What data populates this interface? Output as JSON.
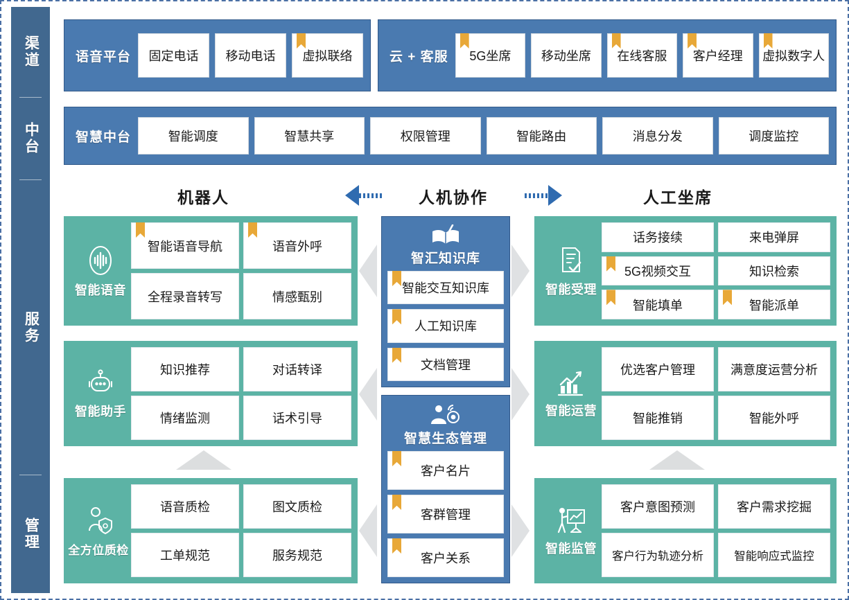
{
  "sidebar": {
    "sections": [
      {
        "label": "渠道",
        "name": "sidebar-section-channel"
      },
      {
        "label": "中台",
        "name": "sidebar-section-midplatform"
      },
      {
        "label": "服务",
        "name": "sidebar-section-service"
      },
      {
        "label": "管理",
        "name": "sidebar-section-management"
      }
    ]
  },
  "channel": {
    "voice_platform": {
      "title": "语音平台",
      "items": [
        {
          "label": "固定电话",
          "bookmark": false
        },
        {
          "label": "移动电话",
          "bookmark": false
        },
        {
          "label": "虚拟联络",
          "bookmark": true
        }
      ]
    },
    "cloud_service": {
      "title": "云 + 客服",
      "items": [
        {
          "label": "5G坐席",
          "bookmark": true
        },
        {
          "label": "移动坐席",
          "bookmark": false
        },
        {
          "label": "在线客服",
          "bookmark": true
        },
        {
          "label": "客户经理",
          "bookmark": true
        },
        {
          "label": "虚拟数字人",
          "bookmark": true
        }
      ]
    }
  },
  "midplatform": {
    "title": "智慧中台",
    "items": [
      {
        "label": "智能调度",
        "bookmark": false
      },
      {
        "label": "智慧共享",
        "bookmark": false
      },
      {
        "label": "权限管理",
        "bookmark": false
      },
      {
        "label": "智能路由",
        "bookmark": false
      },
      {
        "label": "消息分发",
        "bookmark": false
      },
      {
        "label": "调度监控",
        "bookmark": false
      }
    ]
  },
  "mid_header": {
    "left": "机器人",
    "center": "人机协作",
    "right": "人工坐席"
  },
  "left_groups": [
    {
      "name": "intelligent-voice",
      "title": "智能语音",
      "icon": "voice-waveform-icon",
      "cells": [
        {
          "label": "智能语音导航",
          "bookmark": true
        },
        {
          "label": "语音外呼",
          "bookmark": true
        },
        {
          "label": "全程录音转写",
          "bookmark": false
        },
        {
          "label": "情感甄别",
          "bookmark": false
        }
      ]
    },
    {
      "name": "intelligent-assistant",
      "title": "智能助手",
      "icon": "robot-icon",
      "cells": [
        {
          "label": "知识推荐",
          "bookmark": false
        },
        {
          "label": "对话转译",
          "bookmark": false
        },
        {
          "label": "情绪监测",
          "bookmark": false
        },
        {
          "label": "话术引导",
          "bookmark": false
        }
      ]
    },
    {
      "name": "full-quality-inspection",
      "title": "全方位质检",
      "icon": "person-shield-icon",
      "cells": [
        {
          "label": "语音质检",
          "bookmark": false
        },
        {
          "label": "图文质检",
          "bookmark": false
        },
        {
          "label": "工单规范",
          "bookmark": false
        },
        {
          "label": "服务规范",
          "bookmark": false
        }
      ]
    }
  ],
  "center_groups": [
    {
      "name": "knowledge-base",
      "title": "智汇知识库",
      "icon": "open-book-icon",
      "items": [
        {
          "label": "智能交互知识库",
          "bookmark": true
        },
        {
          "label": "人工知识库",
          "bookmark": true
        },
        {
          "label": "文档管理",
          "bookmark": true
        }
      ]
    },
    {
      "name": "eco-management",
      "title": "智慧生态管理",
      "icon": "user-network-icon",
      "items": [
        {
          "label": "客户名片",
          "bookmark": true
        },
        {
          "label": "客群管理",
          "bookmark": true
        },
        {
          "label": "客户关系",
          "bookmark": true
        }
      ]
    }
  ],
  "right_groups": [
    {
      "name": "intelligent-acceptance",
      "title": "智能受理",
      "icon": "document-check-icon",
      "cells": [
        {
          "label": "话务接续",
          "bookmark": false
        },
        {
          "label": "来电弹屏",
          "bookmark": false
        },
        {
          "label": "5G视频交互",
          "bookmark": true
        },
        {
          "label": "知识检索",
          "bookmark": false
        },
        {
          "label": "智能填单",
          "bookmark": true
        },
        {
          "label": "智能派单",
          "bookmark": true
        }
      ]
    },
    {
      "name": "intelligent-operation",
      "title": "智能运营",
      "icon": "bar-chart-icon",
      "cells": [
        {
          "label": "优选客户管理",
          "bookmark": true
        },
        {
          "label": "满意度运营分析",
          "bookmark": true
        },
        {
          "label": "智能推销",
          "bookmark": true
        },
        {
          "label": "智能外呼",
          "bookmark": true
        }
      ]
    },
    {
      "name": "intelligent-supervision",
      "title": "智能监管",
      "icon": "presentation-person-icon",
      "cells": [
        {
          "label": "客户意图预测",
          "bookmark": true
        },
        {
          "label": "客户需求挖掘",
          "bookmark": true
        },
        {
          "label": "客户行为轨迹分析",
          "bookmark": true
        },
        {
          "label": "智能响应式监控",
          "bookmark": true
        }
      ]
    }
  ],
  "colors": {
    "sidebar": "#41688f",
    "band": "#4a7ab0",
    "teal": "#5cb3a5",
    "bookmark": "#e8a838",
    "arrow_blue": "#2f6bb0",
    "connector_gray": "#dfe1e3"
  }
}
